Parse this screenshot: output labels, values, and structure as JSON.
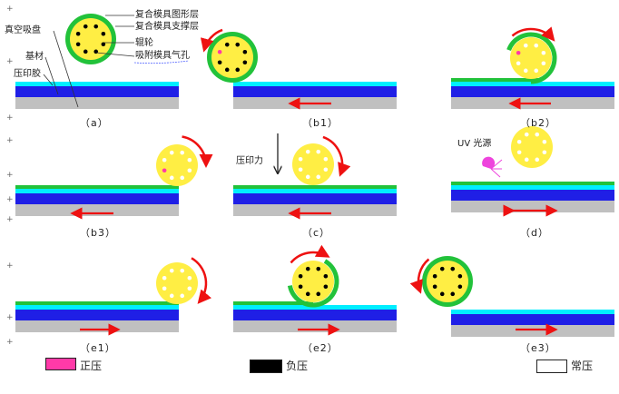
{
  "labels": {
    "vacuum_chuck": "真空吸盘",
    "substrate": "基材",
    "imprint_glue": "压印胶",
    "composite_pattern_layer": "复合模具图形层",
    "composite_support_layer": "复合模具支撑层",
    "roller": "辊轮",
    "suction_hole": "吸附模具气孔",
    "imprint_force": "压印力",
    "uv_source": "UV 光源"
  },
  "captions": {
    "a": "（a）",
    "b1": "（b1）",
    "b2": "（b2）",
    "b3": "（b3）",
    "c": "（c）",
    "d": "（d）",
    "e1": "（e1）",
    "e2": "（e2）",
    "e3": "（e3）"
  },
  "legend": {
    "positive": "正压",
    "negative": "负压",
    "normal": "常压"
  },
  "colors": {
    "stamp_green": "#22c23a",
    "roller_yellow": "#ffee44",
    "hole_black": "#000000",
    "hole_pink": "#ff3aa8",
    "glue_cyan": "#00eeff",
    "substrate_blue": "#1f1fe6",
    "chuck_gray": "#c0c0c0",
    "arrow_red": "#ee1111",
    "uv_pink": "#ee44dd"
  }
}
